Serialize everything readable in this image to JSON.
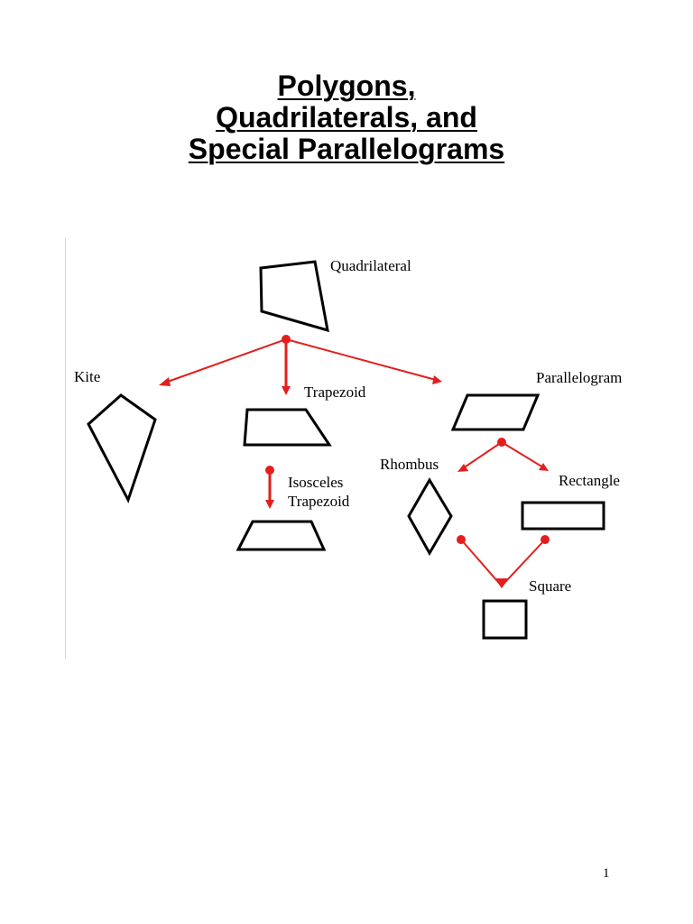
{
  "title": {
    "line1": "Polygons,",
    "line2": "Quadrilaterals, and",
    "line3": "Special Parallelograms"
  },
  "diagram": {
    "labels": {
      "quadrilateral": "Quadrilateral",
      "kite": "Kite",
      "trapezoid": "Trapezoid",
      "isosceles_line1": "Isosceles",
      "isosceles_line2": "Trapezoid",
      "parallelogram": "Parallelogram",
      "rhombus": "Rhombus",
      "rectangle": "Rectangle",
      "square": "Square"
    },
    "arrow_color": "#e31e1e"
  },
  "page_number": "1"
}
